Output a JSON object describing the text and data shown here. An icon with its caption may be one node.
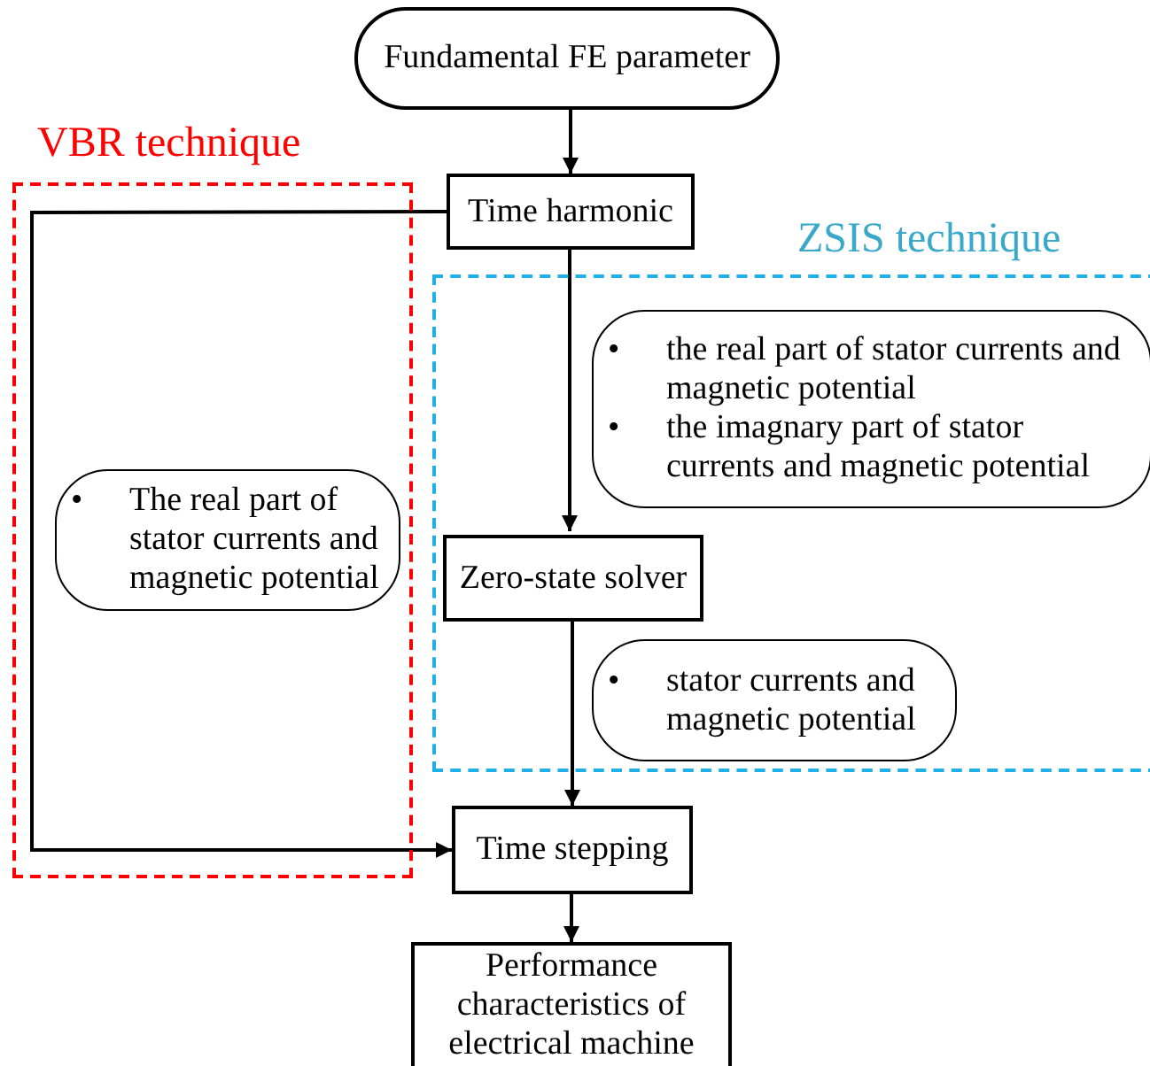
{
  "diagram": {
    "nodes": [
      {
        "text": [
          "Fundamental FE parameter"
        ]
      },
      {
        "text": [
          "VBR technique"
        ]
      },
      {
        "text": [
          "ZSIS technique"
        ]
      },
      {
        "text": [
          "Time harmonic"
        ]
      },
      {
        "text": [
          "•",
          "the real part of stator currents and magnetic potential",
          "•",
          "the imagnary part of stator currents and magnetic potential"
        ],
        "in": 2
      },
      {
        "text": [
          "Zero-state solver"
        ],
        "in": 2
      },
      {
        "text": [
          "•",
          "stator currents and magnetic potential"
        ],
        "in": 2
      },
      {
        "text": [
          "•",
          "The real part of stator currents and magnetic potential"
        ],
        "in": 1
      },
      {
        "text": [
          "Time stepping"
        ]
      },
      {
        "text": [
          "Performance characteristics of electrical machine"
        ]
      }
    ],
    "edges": [
      {
        "from": 0,
        "to": 3,
        "arrow": "to"
      },
      {
        "from": 3,
        "to": 5,
        "arrow": "to"
      },
      {
        "from": 5,
        "to": 8,
        "arrow": "to"
      },
      {
        "from": 3,
        "to": 8,
        "arrow": "to"
      },
      {
        "from": 8,
        "to": 9,
        "arrow": "to"
      }
    ]
  }
}
